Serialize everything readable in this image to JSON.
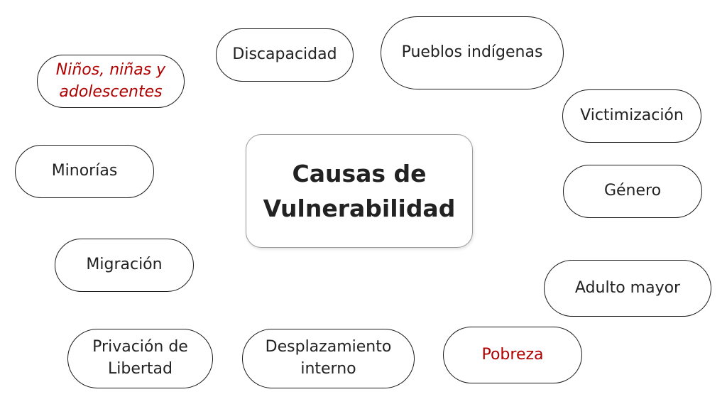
{
  "diagram": {
    "center": {
      "line1": "Causas de",
      "line2": "Vulnerabilidad"
    },
    "nodes": {
      "ninos": {
        "line1": "Niños, niñas y",
        "line2": "adolescentes"
      },
      "discapacidad": {
        "label": "Discapacidad"
      },
      "pueblos": {
        "label": "Pueblos indígenas"
      },
      "victimizacion": {
        "label": "Victimización"
      },
      "minorias": {
        "label": "Minorías"
      },
      "genero": {
        "label": "Género"
      },
      "migracion": {
        "label": "Migración"
      },
      "adulto": {
        "label": "Adulto mayor"
      },
      "privacion": {
        "line1": "Privación de",
        "line2": "Libertad"
      },
      "desplazamiento": {
        "line1": "Desplazamiento",
        "line2": "interno"
      },
      "pobreza": {
        "label": "Pobreza"
      }
    },
    "colors": {
      "highlight_text": "#b00000",
      "default_text": "#222222",
      "border": "#1a1a1a"
    }
  }
}
